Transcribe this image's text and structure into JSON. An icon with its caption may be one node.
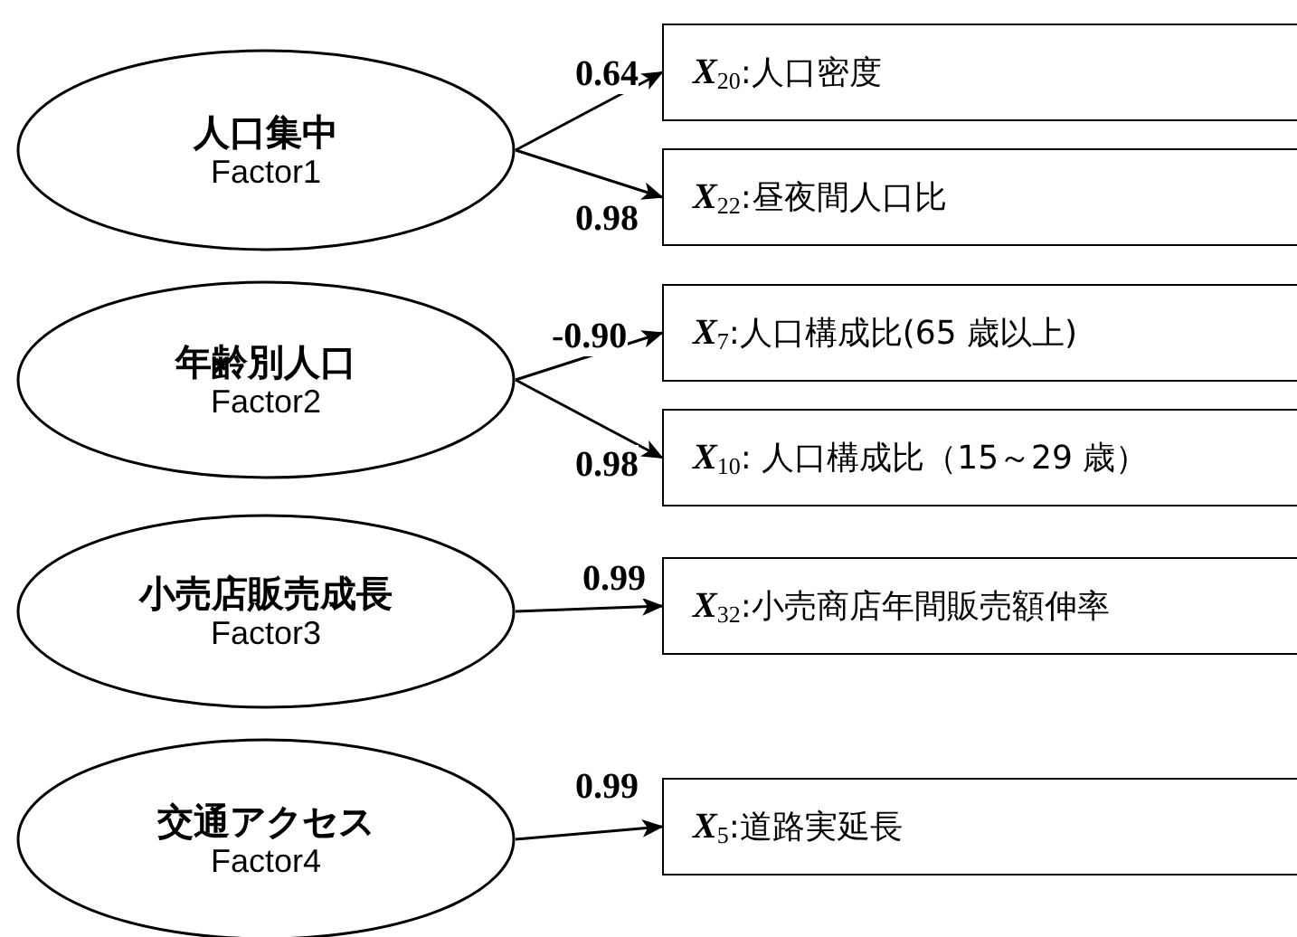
{
  "diagram": {
    "nodes": [
      {
        "text": [
          "人口集中",
          "Factor1"
        ]
      },
      {
        "text": [
          "年齢別人口",
          "Factor2"
        ]
      },
      {
        "text": [
          "小売店販売成長",
          "Factor3"
        ]
      },
      {
        "text": [
          "交通アクセス",
          "Factor4"
        ]
      },
      {
        "text": [
          "*X*$_{20}$:人口密度"
        ]
      },
      {
        "text": [
          "*X*$_{22}$:昼夜間人口比"
        ]
      },
      {
        "text": [
          "*X*$_{7}$:人口構成比(65 歳以上)"
        ]
      },
      {
        "text": [
          "*X*$_{10}$: 人口構成比（15～29 歳）"
        ]
      },
      {
        "text": [
          "*X*$_{32}$:小売商店年間販売額伸率"
        ]
      },
      {
        "text": [
          "*X*$_{5}$:道路実延長"
        ]
      }
    ],
    "edges": [
      {
        "from": 0,
        "to": 4,
        "arrow": "to",
        "label": "0.64"
      },
      {
        "from": 0,
        "to": 5,
        "arrow": "to",
        "label": "0.98"
      },
      {
        "from": 1,
        "to": 6,
        "arrow": "to",
        "label": "-0.90"
      },
      {
        "from": 1,
        "to": 7,
        "arrow": "to",
        "label": "0.98"
      },
      {
        "from": 2,
        "to": 8,
        "arrow": "to",
        "label": "0.99"
      },
      {
        "from": 3,
        "to": 9,
        "arrow": "to",
        "label": "0.99"
      }
    ]
  }
}
